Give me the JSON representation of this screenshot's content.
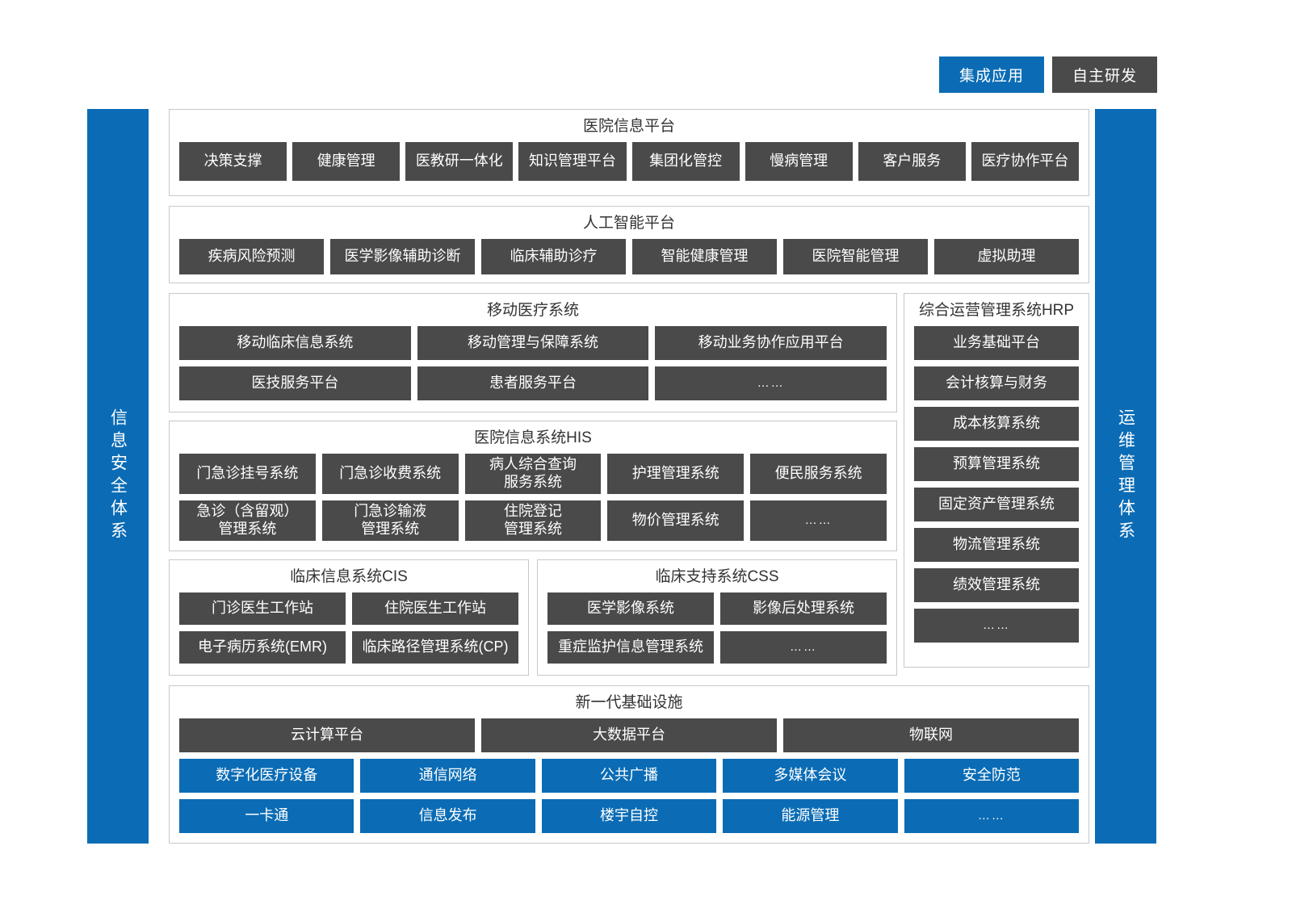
{
  "legend": {
    "integrated_label": "集成应用",
    "self_developed_label": "自主研发",
    "integrated_color": "#0b6cb5",
    "self_developed_color": "#4a4a4a"
  },
  "side_bars": {
    "left": "信息安全体系",
    "right": "运维管理体系"
  },
  "sections": {
    "hospital_info_platform": {
      "title": "医院信息平台",
      "items": [
        "决策支撑",
        "健康管理",
        "医教研一体化",
        "知识管理平台",
        "集团化管控",
        "慢病管理",
        "客户服务",
        "医疗协作平台"
      ]
    },
    "ai_platform": {
      "title": "人工智能平台",
      "items": [
        "疾病风险预测",
        "医学影像辅助诊断",
        "临床辅助诊疗",
        "智能健康管理",
        "医院智能管理",
        "虚拟助理"
      ]
    },
    "mobile_medical": {
      "title": "移动医疗系统",
      "rows": [
        [
          "移动临床信息系统",
          "移动管理与保障系统",
          "移动业务协作应用平台"
        ],
        [
          "医技服务平台",
          "患者服务平台",
          "……"
        ]
      ]
    },
    "his": {
      "title": "医院信息系统HIS",
      "rows": [
        [
          "门急诊挂号系统",
          "门急诊收费系统",
          "病人综合查询\n服务系统",
          "护理管理系统",
          "便民服务系统"
        ],
        [
          "急诊（含留观）\n管理系统",
          "门急诊输液\n管理系统",
          "住院登记\n管理系统",
          "物价管理系统",
          "……"
        ]
      ]
    },
    "cis": {
      "title": "临床信息系统CIS",
      "rows": [
        [
          "门诊医生工作站",
          "住院医生工作站"
        ],
        [
          "电子病历系统(EMR)",
          "临床路径管理系统(CP)"
        ]
      ]
    },
    "css": {
      "title": "临床支持系统CSS",
      "rows": [
        [
          "医学影像系统",
          "影像后处理系统"
        ],
        [
          "重症监护信息管理系统",
          "……"
        ]
      ]
    },
    "hrp": {
      "title": "综合运营管理系统HRP",
      "items": [
        "业务基础平台",
        "会计核算与财务",
        "成本核算系统",
        "预算管理系统",
        "固定资产管理系统",
        "物流管理系统",
        "绩效管理系统",
        "……"
      ]
    },
    "infrastructure": {
      "title": "新一代基础设施",
      "dark_row": [
        "云计算平台",
        "大数据平台",
        "物联网"
      ],
      "blue_rows": [
        [
          "数字化医疗设备",
          "通信网络",
          "公共广播",
          "多媒体会议",
          "安全防范"
        ],
        [
          "一卡通",
          "信息发布",
          "楼宇自控",
          "能源管理",
          "……"
        ]
      ]
    }
  }
}
